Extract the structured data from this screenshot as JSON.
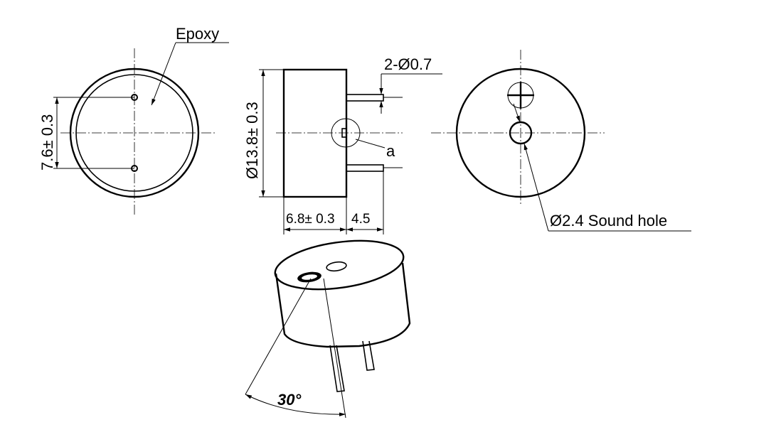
{
  "labels": {
    "epoxy": "Epoxy",
    "pin_dia": "2-Ø0.7",
    "pin_spacing": "7.6± 0.3",
    "body_dia": "Ø13.8± 0.3",
    "height": "6.8± 0.3",
    "pin_len": "4.5",
    "detail_a": "a",
    "sound_hole": "Ø2.4 Sound hole",
    "angle": "30°"
  },
  "colors": {
    "line": "#000000",
    "background": "#ffffff"
  }
}
